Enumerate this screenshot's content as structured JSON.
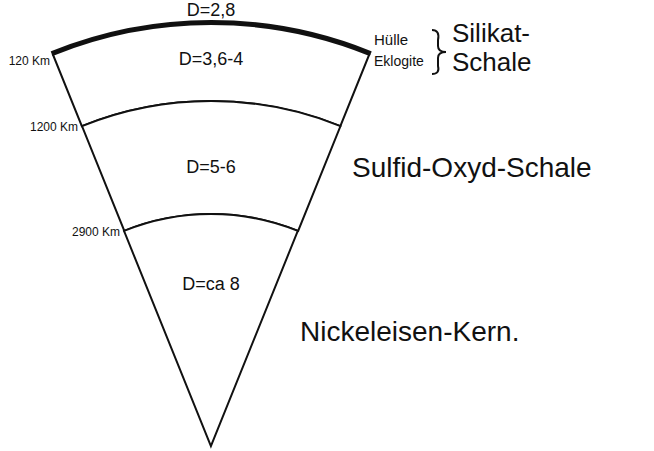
{
  "diagram": {
    "nodes": [
      {
        "text": [
          "D=2,8"
        ]
      },
      {
        "text": [
          "D=3,6-4"
        ]
      },
      {
        "text": [
          "D=5-6"
        ]
      },
      {
        "text": [
          "D=ca 8"
        ]
      }
    ],
    "labels": [
      "120 Km",
      "1200 Km",
      "2900 Km",
      "Hülle",
      "Eklogite",
      "Silikat-Schale",
      "Sulfid-Oxyd-Schale",
      "Nickeleisen-Kern."
    ]
  }
}
